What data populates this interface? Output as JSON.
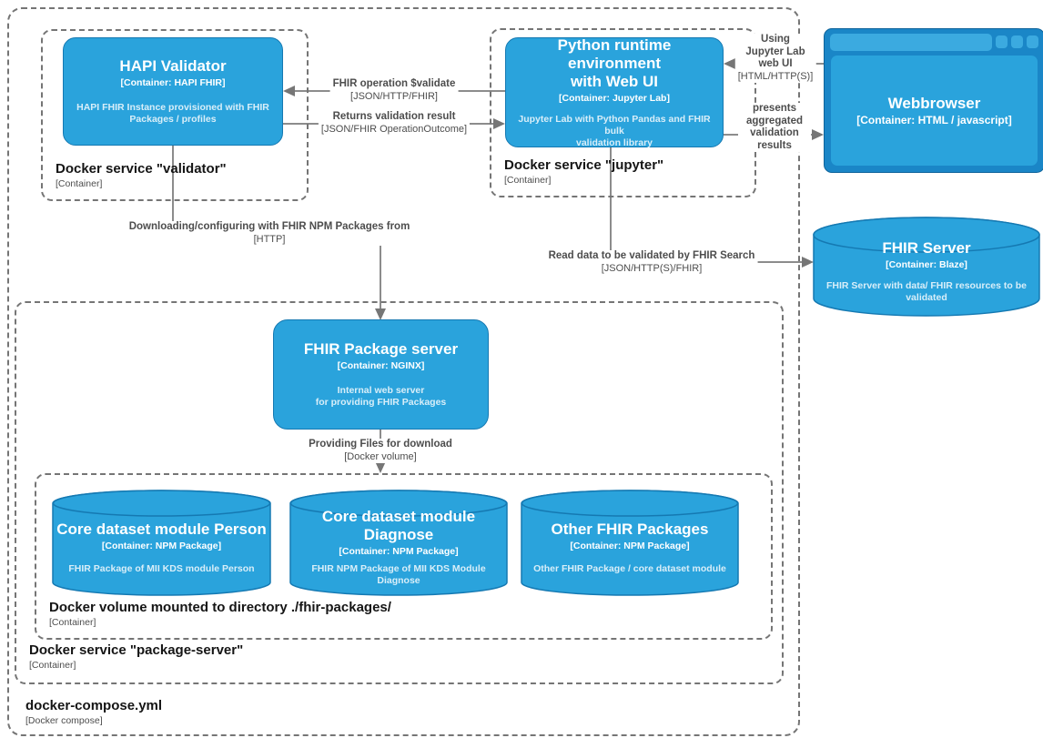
{
  "groups": {
    "compose": {
      "title": "docker-compose.yml",
      "type": "[Docker compose]"
    },
    "validator": {
      "title": "Docker service \"validator\"",
      "type": "[Container]"
    },
    "jupyter": {
      "title": "Docker service \"jupyter\"",
      "type": "[Container]"
    },
    "packageServer": {
      "title": "Docker service \"package-server\"",
      "type": "[Container]"
    },
    "volume": {
      "title": "Docker volume mounted to directory ./fhir-packages/",
      "type": "[Container]"
    }
  },
  "nodes": {
    "hapi": {
      "title": "HAPI Validator",
      "type": "[Container: HAPI FHIR]",
      "desc": "HAPI FHIR Instance provisioned with FHIR\nPackages / profiles"
    },
    "python": {
      "title": "Python runtime environment\nwith Web UI",
      "type": "[Container: Jupyter Lab]",
      "desc": "Jupyter Lab with Python Pandas and FHIR bulk\nvalidation library"
    },
    "browser": {
      "title": "Webbrowser",
      "type": "[Container: HTML / javascript]"
    },
    "fhirServer": {
      "title": "FHIR Server",
      "type": "[Container: Blaze]",
      "desc": "FHIR Server with data/ FHIR resources to be\nvalidated"
    },
    "fhirPackageServer": {
      "title": "FHIR Package server",
      "type": "[Container: NGINX]",
      "desc": "Internal web server\nfor providing FHIR Packages"
    },
    "person": {
      "title": "Core dataset module Person",
      "type": "[Container: NPM Package]",
      "desc": "FHIR Package of MII KDS module Person"
    },
    "diagnose": {
      "title": "Core dataset module Diagnose",
      "type": "[Container: NPM Package]",
      "desc": "FHIR NPM Package of MII KDS Module\nDiagnose"
    },
    "other": {
      "title": "Other FHIR Packages",
      "type": "[Container: NPM Package]",
      "desc": "Other FHIR Package / core dataset module"
    }
  },
  "edges": {
    "validate": {
      "label": "FHIR operation $validate",
      "tech": "[JSON/HTTP/FHIR]"
    },
    "returns": {
      "label": "Returns validation result",
      "tech": "[JSON/FHIR OperationOutcome]"
    },
    "usingUi": {
      "label": "Using Jupyter Lab web UI",
      "tech": "[HTML/HTTP(S)]"
    },
    "presents": {
      "label": "presents aggregated validation results"
    },
    "download": {
      "label": "Downloading/configuring with FHIR NPM Packages from",
      "tech": "[HTTP]"
    },
    "readData": {
      "label": "Read data to be validated by FHIR Search",
      "tech": "[JSON/HTTP(S)/FHIR]"
    },
    "providing": {
      "label": "Providing Files for download",
      "tech": "[Docker volume]"
    }
  },
  "colors": {
    "nodeFill": "#2AA3DC",
    "nodeBorder": "#1579B2",
    "browserFrame": "#1A86C7",
    "connector": "#8C8C8C",
    "labelText": "#4D4D4D",
    "groupBorder": "#757575"
  }
}
